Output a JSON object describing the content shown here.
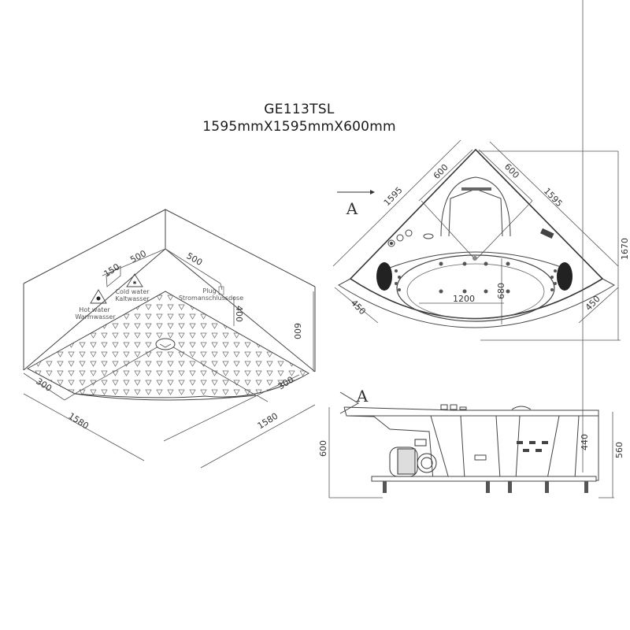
{
  "title": {
    "model": "GE113TSL",
    "dimensions": "1595mmX1595mmX600mm"
  },
  "isometric_view": {
    "labels": {
      "hot_water_en": "Hot water",
      "hot_water_de": "Warmwasser",
      "cold_water_en": "Cold water",
      "cold_water_de": "Kaltwasser",
      "plug_en": "Plug",
      "plug_de": "Stromanschlussdose"
    },
    "dimensions": {
      "inlet_width": "150",
      "left_wall_offset": "500",
      "right_wall_offset": "500",
      "plug_height": "400",
      "wall_height": "600",
      "front_left_edge": "300",
      "front_right_edge": "300",
      "left_total": "1580",
      "right_total": "1580"
    },
    "icons": [
      "hot-water-warning-icon",
      "cold-water-warning-icon",
      "plug-socket-icon",
      "drain-icon"
    ]
  },
  "plan_view": {
    "view_marker": "A",
    "dimensions": {
      "left_side": "1595",
      "right_side": "1595",
      "left_back": "600",
      "right_back": "600",
      "front_left": "450",
      "front_right": "450",
      "depth_total": "1670",
      "basin_length": "1200",
      "basin_depth": "680"
    }
  },
  "side_view": {
    "view_marker": "A",
    "dimensions": {
      "total_height": "600",
      "inner_depth": "440",
      "skirt_height": "560"
    }
  }
}
